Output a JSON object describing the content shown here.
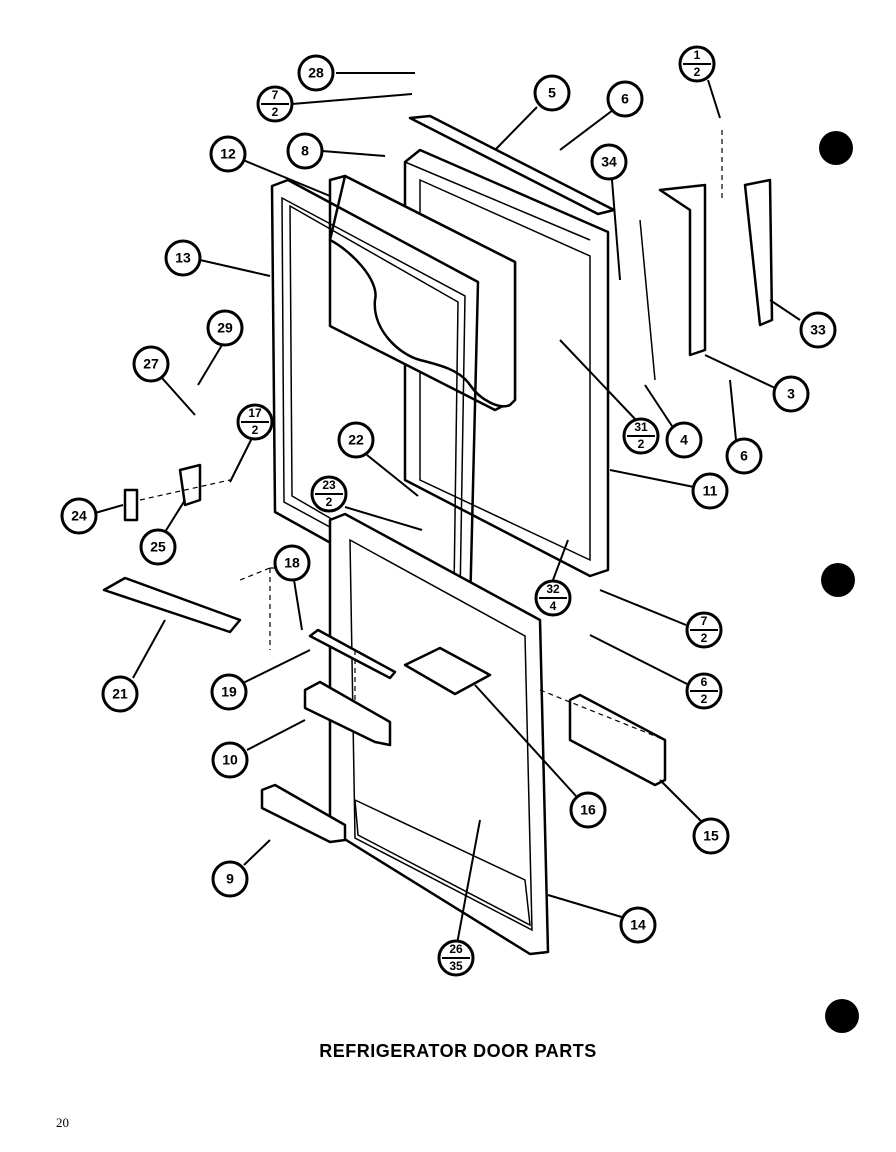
{
  "title": "REFRIGERATOR DOOR PARTS",
  "page_number": "20",
  "callouts": [
    {
      "id": "c28",
      "text": "28"
    },
    {
      "id": "c7_2a",
      "num": "7",
      "den": "2"
    },
    {
      "id": "c5",
      "text": "5"
    },
    {
      "id": "c6a",
      "text": "6"
    },
    {
      "id": "c1_2",
      "num": "1",
      "den": "2"
    },
    {
      "id": "c8",
      "text": "8"
    },
    {
      "id": "c12",
      "text": "12"
    },
    {
      "id": "c34",
      "text": "34"
    },
    {
      "id": "c13",
      "text": "13"
    },
    {
      "id": "c33",
      "text": "33"
    },
    {
      "id": "c29",
      "text": "29"
    },
    {
      "id": "c27",
      "text": "27"
    },
    {
      "id": "c3",
      "text": "3"
    },
    {
      "id": "c17_2",
      "num": "17",
      "den": "2"
    },
    {
      "id": "c22",
      "text": "22"
    },
    {
      "id": "c31_2",
      "num": "31",
      "den": "2"
    },
    {
      "id": "c4",
      "text": "4"
    },
    {
      "id": "c6b",
      "text": "6"
    },
    {
      "id": "c23_2",
      "num": "23",
      "den": "2"
    },
    {
      "id": "c11",
      "text": "11"
    },
    {
      "id": "c24",
      "text": "24"
    },
    {
      "id": "c25",
      "text": "25"
    },
    {
      "id": "c18",
      "text": "18"
    },
    {
      "id": "c32_4",
      "num": "32",
      "den": "4"
    },
    {
      "id": "c7_2b",
      "num": "7",
      "den": "2"
    },
    {
      "id": "c6_2",
      "num": "6",
      "den": "2"
    },
    {
      "id": "c21",
      "text": "21"
    },
    {
      "id": "c19",
      "text": "19"
    },
    {
      "id": "c10",
      "text": "10"
    },
    {
      "id": "c16",
      "text": "16"
    },
    {
      "id": "c15",
      "text": "15"
    },
    {
      "id": "c9",
      "text": "9"
    },
    {
      "id": "c14",
      "text": "14"
    },
    {
      "id": "c26_35",
      "num": "26",
      "den": "35"
    }
  ]
}
